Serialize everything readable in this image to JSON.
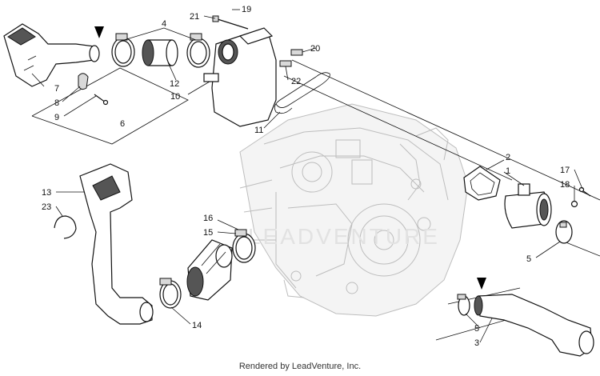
{
  "callouts": [
    "1",
    "2",
    "3",
    "4",
    "5",
    "5",
    "6",
    "7",
    "8",
    "9",
    "10",
    "11",
    "12",
    "13",
    "14",
    "15",
    "16",
    "17",
    "18",
    "19",
    "20",
    "21",
    "22",
    "23"
  ],
  "watermark": "LEADVENTURE",
  "credit": "Rendered by LeadVenture, Inc."
}
